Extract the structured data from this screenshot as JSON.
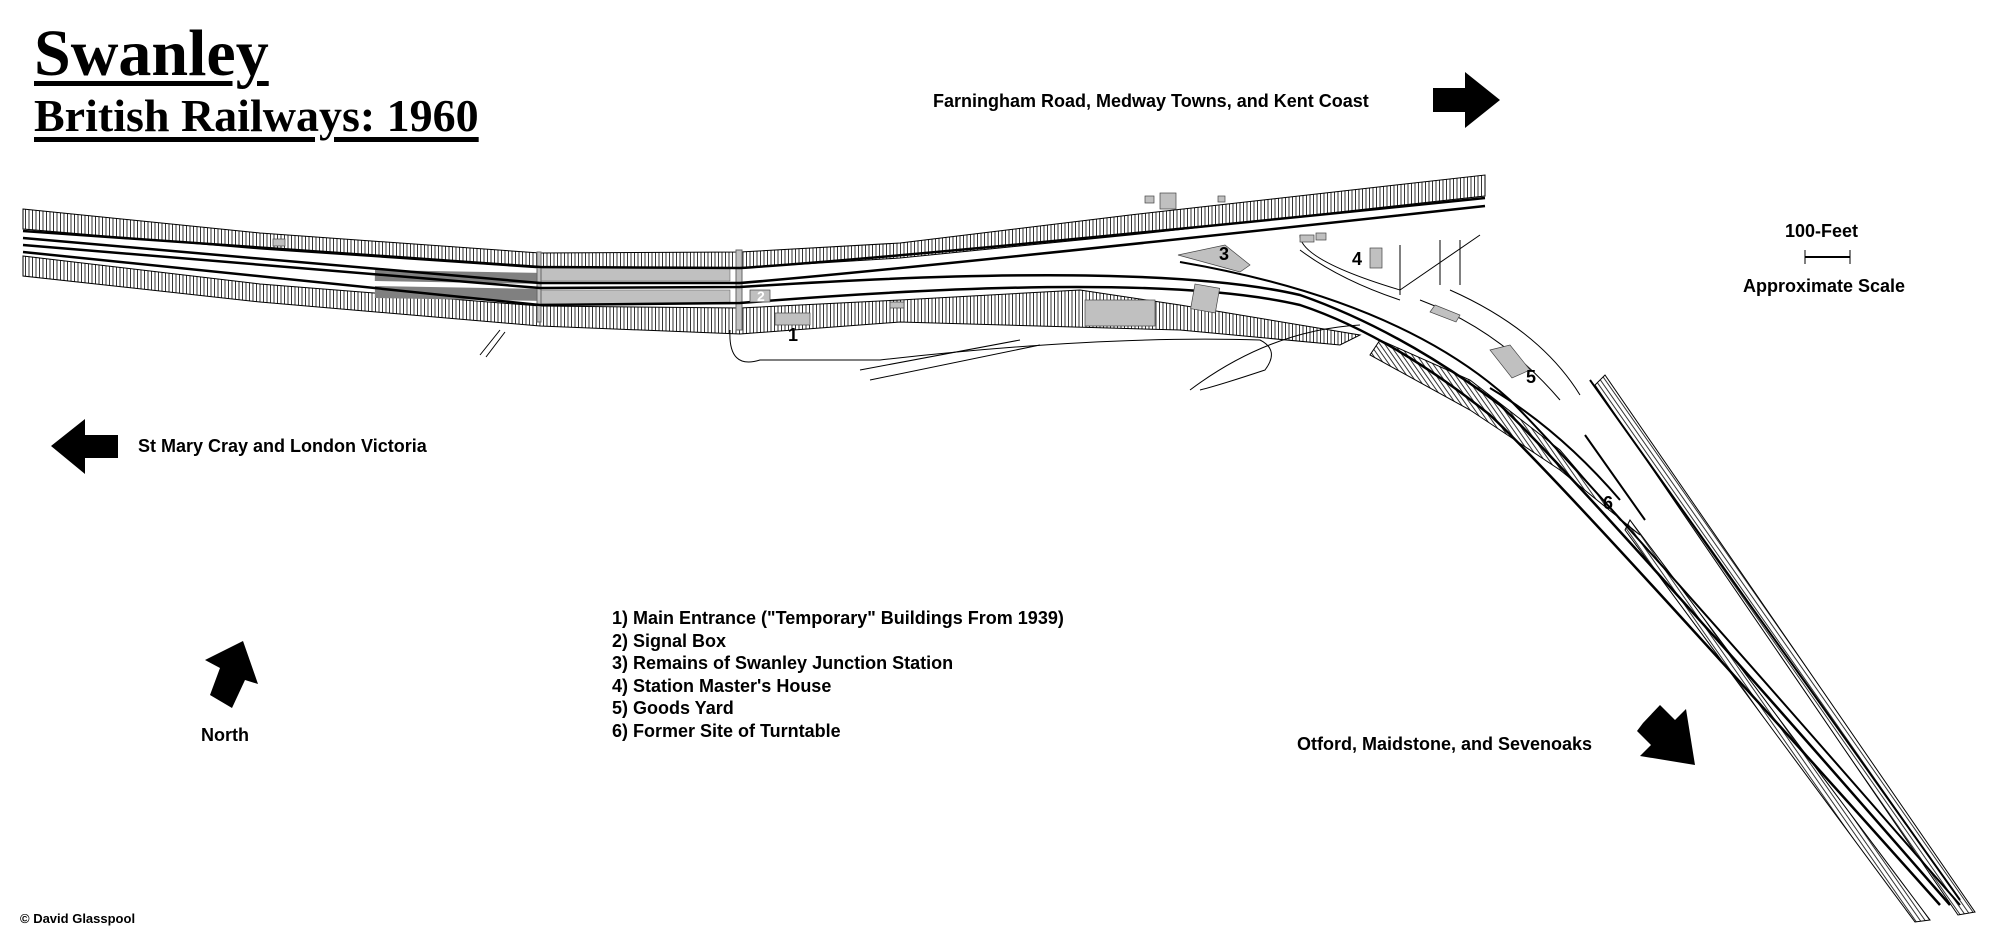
{
  "title": "Swanley",
  "subtitle": "British Railways: 1960",
  "directions": {
    "east": "Farningham Road, Medway Towns, and Kent Coast",
    "west": "St Mary Cray and London Victoria",
    "southeast": "Otford, Maidstone, and Sevenoaks"
  },
  "compass": {
    "label": "North"
  },
  "scale": {
    "distance": "100-Feet",
    "note": "Approximate Scale"
  },
  "markers": [
    "1",
    "2",
    "3",
    "4",
    "5",
    "6"
  ],
  "legend": [
    "1) Main Entrance (\"Temporary\" Buildings From 1939)",
    "2) Signal Box",
    "3) Remains of Swanley Junction Station",
    "4) Station Master's House",
    "5) Goods Yard",
    "6) Former Site of Turntable"
  ],
  "copyright": "© David Glasspool",
  "colors": {
    "track": "#000000",
    "building": "#c0c0c0",
    "platform_dark": "#808080"
  }
}
